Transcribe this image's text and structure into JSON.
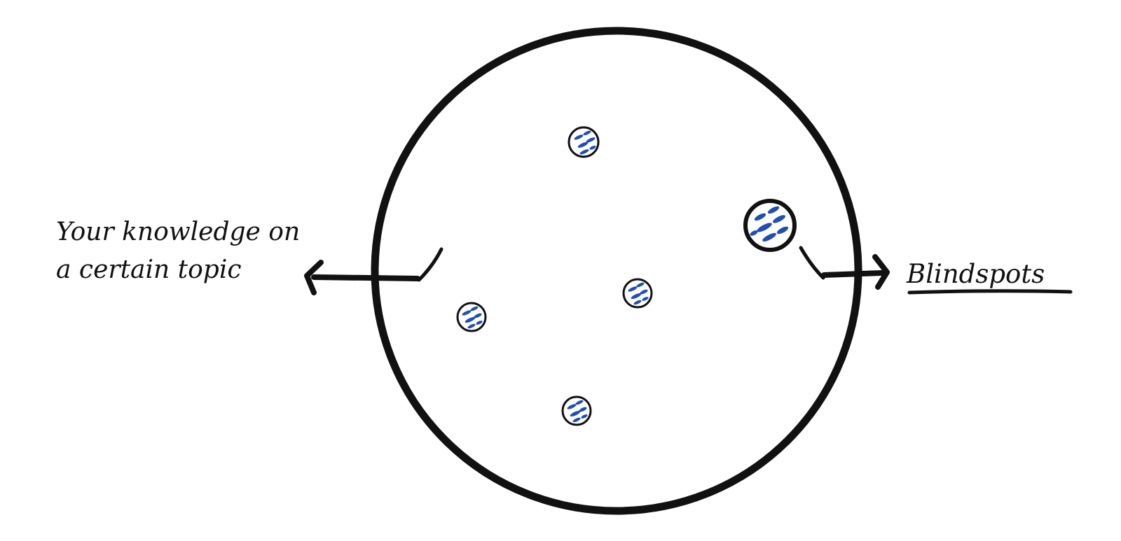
{
  "diagram": {
    "left_label_line1": "Your knowledge on",
    "left_label_line2": "a certain topic",
    "right_label": "Blindspots"
  },
  "colors": {
    "ink": "#111111",
    "spot_fill": "#1f4fb0",
    "background": "#ffffff"
  }
}
